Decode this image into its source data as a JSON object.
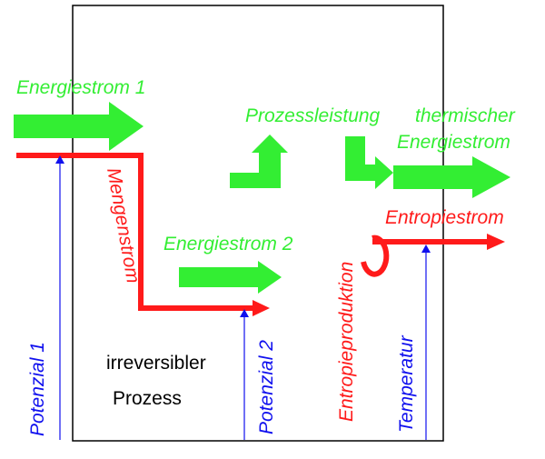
{
  "labels": {
    "energiestrom_1": "Energiestrom 1",
    "energiestrom_2": "Energiestrom 2",
    "prozessleistung": "Prozessleistung",
    "thermischer_line1": "thermischer",
    "thermischer_line2": "Energiestrom",
    "entropiestrom": "Entropiestrom",
    "mengenstrom": "Mengenstrom",
    "entropieproduktion": "Entropieproduktion",
    "potenzial_1": "Potenzial 1",
    "potenzial_2": "Potenzial 2",
    "temperatur": "Temperatur",
    "process_line1": "irreversibler",
    "process_line2": "Prozess"
  },
  "colors": {
    "energy": "#33ee33",
    "amount": "#ff1a1a",
    "potential": "#1010ee",
    "box": "#000000"
  }
}
